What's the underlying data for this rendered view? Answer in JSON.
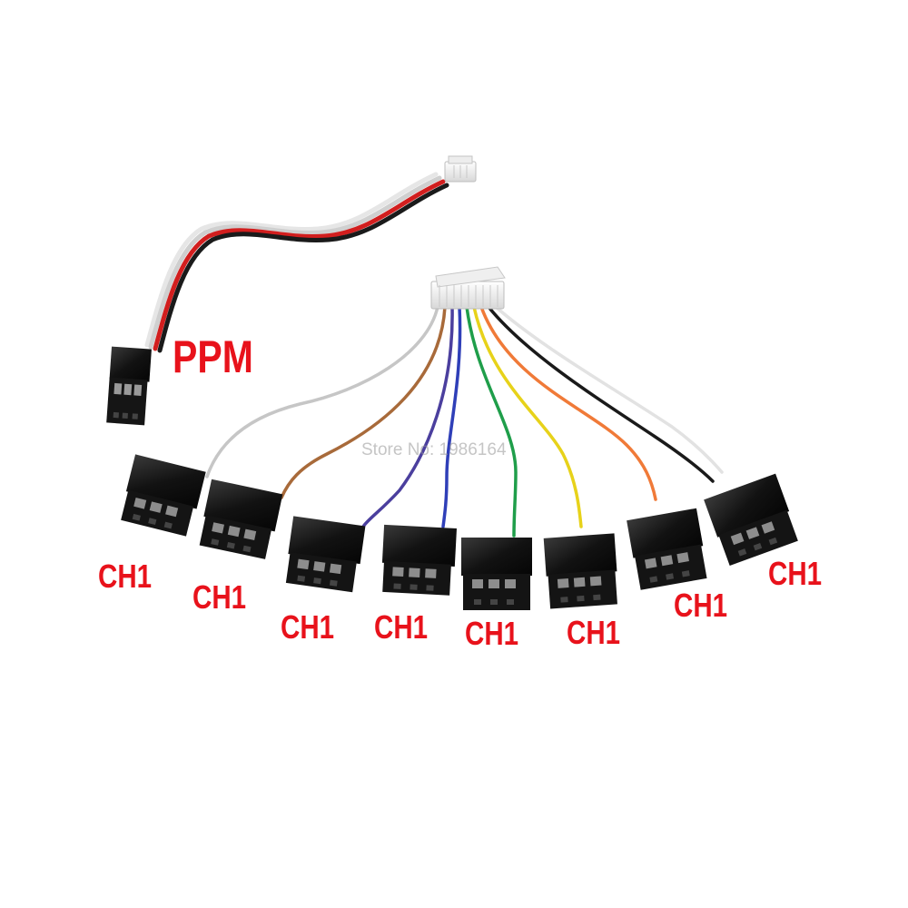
{
  "labels": {
    "ppm": "PPM",
    "channels": [
      "CH1",
      "CH1",
      "CH1",
      "CH1",
      "CH1",
      "CH1",
      "CH1",
      "CH1"
    ]
  },
  "watermark": "Store No: 1986164",
  "colors": {
    "label_red": "#e8121b",
    "connector_black": "#121212",
    "housing_white": "#f2f2f2"
  },
  "wires": {
    "ppm_cable": [
      "#1a1a1a",
      "#d21e1e",
      "#d8d8d8",
      "#e8e8e8"
    ],
    "channel_cables": [
      "#c6c6c6",
      "#a86a3a",
      "#4b3f9e",
      "#2f3fb8",
      "#1f9e4a",
      "#e7d21a",
      "#f07a38",
      "#1a1a1a",
      "#e2e2e2"
    ]
  }
}
